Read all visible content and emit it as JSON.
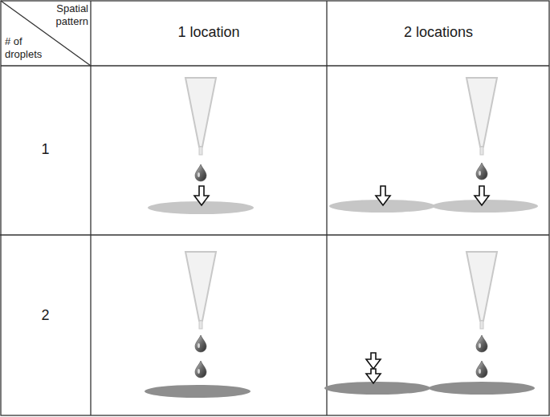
{
  "diagram": {
    "labels": [
      "Spatial pattern",
      "# of droplets",
      "1 location",
      "2 locations",
      "1",
      "2"
    ]
  }
}
